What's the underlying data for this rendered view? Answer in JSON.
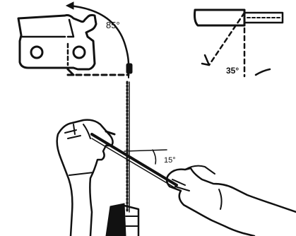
{
  "diagram": {
    "labels": {
      "top_plate_angle": "85°",
      "top_view_angle": "35°",
      "file_angle": "15°"
    },
    "colors": {
      "ink": "#111111",
      "background": "#ffffff"
    },
    "icons": {
      "cutter_tooth": "chain-cutter-tooth-icon",
      "top_view": "cutter-top-view-icon",
      "hands": "hands-holding-file-icon",
      "file": "round-file-icon",
      "guide": "file-guide-icon"
    }
  }
}
